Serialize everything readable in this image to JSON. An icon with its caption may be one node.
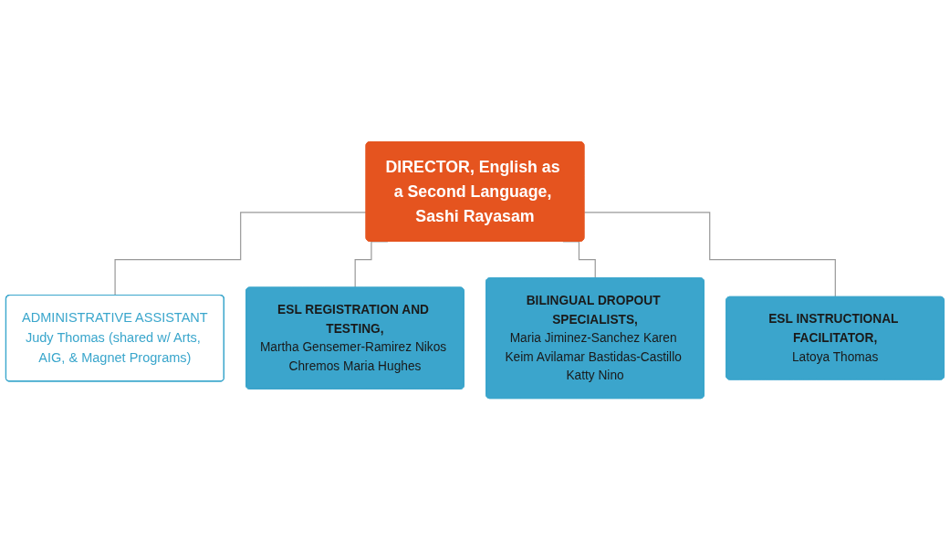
{
  "diagram": {
    "nodes": [
      {
        "text": [
          "DIRECTOR, English as a Second Language, Sashi Rayasam"
        ]
      },
      {
        "text": [
          "ADMINISTRATIVE ASSISTANT",
          "Judy Thomas (shared w/ Arts, AIG, & Magnet Programs)"
        ]
      },
      {
        "text": [
          "ESL REGISTRATION AND TESTING,",
          "Martha Gensemer-Ramirez Nikos Chremos Maria Hughes"
        ]
      },
      {
        "text": [
          "BILINGUAL DROPOUT SPECIALISTS,",
          "Maria Jiminez-Sanchez Karen Keim Avilamar Bastidas-Castillo Katty Nino"
        ]
      },
      {
        "text": [
          "ESL INSTRUCTIONAL FACILITATOR,",
          "Latoya Thomas"
        ]
      }
    ],
    "edges": [
      {
        "from": 0,
        "to": 1,
        "arrow": "none"
      },
      {
        "from": 0,
        "to": 2,
        "arrow": "none"
      },
      {
        "from": 0,
        "to": 3,
        "arrow": "none"
      },
      {
        "from": 0,
        "to": 4,
        "arrow": "none"
      }
    ]
  }
}
